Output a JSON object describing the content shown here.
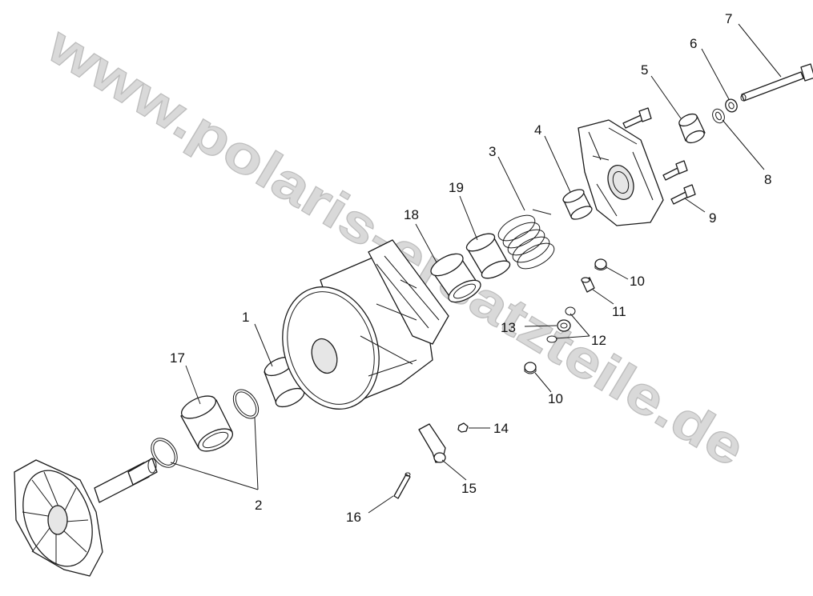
{
  "watermark": "www.polaris-ersatzteile.de",
  "callouts": {
    "c1": "1",
    "c2": "2",
    "c3": "3",
    "c4": "4",
    "c5": "5",
    "c6": "6",
    "c7": "7",
    "c8": "8",
    "c9": "9",
    "c10a": "10",
    "c10b": "10",
    "c11": "11",
    "c12": "12",
    "c13": "13",
    "c14": "14",
    "c15": "15",
    "c16": "16",
    "c17": "17",
    "c18": "18",
    "c19": "19"
  }
}
